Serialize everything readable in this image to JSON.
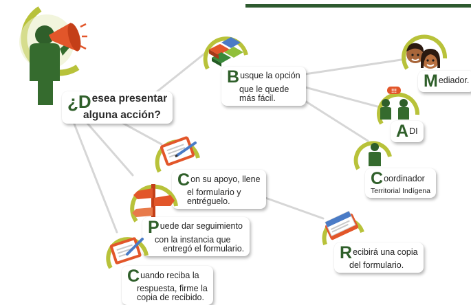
{
  "main": {
    "initial": "¿D",
    "line1": "esea presentar",
    "line2": "alguna acción?"
  },
  "options": {
    "b": {
      "initial": "B",
      "line1": "usque la opción",
      "line2": "que le quede",
      "line3": "más fácil."
    },
    "m": {
      "initial": "M",
      "line1": "ediador."
    },
    "a": {
      "initial": "A",
      "line1": "DI"
    },
    "c1": {
      "initial": "C",
      "line1": "oordinador",
      "line2": "Territorial Indígena"
    }
  },
  "steps": {
    "c": {
      "initial": "C",
      "line1": "on su apoyo, llene",
      "line2": "el formulario y",
      "line3": "entréguelo."
    },
    "r": {
      "initial": "R",
      "line1": "ecibirá una copia",
      "line2": "del formulario."
    },
    "p": {
      "initial": "P",
      "line1": "uede dar seguimiento",
      "line2": "con la instancia que",
      "line3": "entregó el formulario."
    },
    "c2": {
      "initial": "C",
      "line1": "uando reciba la",
      "line2": "respuesta, firme la",
      "line3": "copia de recibido."
    }
  },
  "bubble_text": "!!!",
  "colors": {
    "accent_green": "#2f5f2a",
    "ring_olive": "#b8c23a",
    "orange": "#e2562a",
    "line_gray": "#d3d3d3"
  }
}
